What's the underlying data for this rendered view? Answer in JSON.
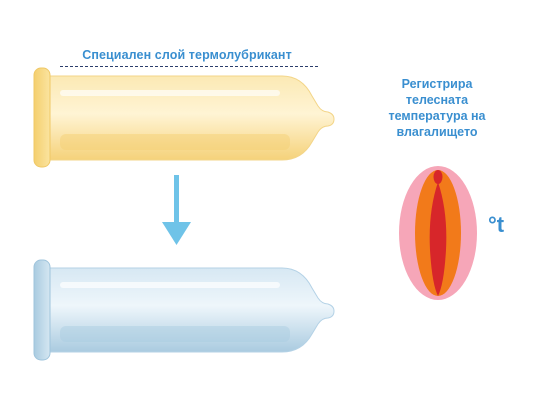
{
  "labels": {
    "layer": "Специален слой термолубрикант",
    "registers_lines": [
      "Регистрира",
      "телесната",
      "температура на",
      "влагалището"
    ],
    "temperature_symbol": "°t"
  },
  "colors": {
    "text_blue": "#3a8fd0",
    "condom_warm_body": "#fbe6a8",
    "condom_warm_rim": "#f7d57c",
    "condom_warm_shadow": "#f0c968",
    "condom_cool_body": "#d4e6f1",
    "condom_cool_rim": "#bcd7e8",
    "condom_cool_shadow": "#a9cbe0",
    "arrow": "#6fc3e8",
    "outer_pink": "#f6a6b8",
    "middle_orange": "#f27a1a",
    "inner_red": "#d7262a"
  },
  "icons": {
    "arrow": "down-arrow-icon",
    "thermal_anatomy": "vulva-illustration-icon"
  }
}
